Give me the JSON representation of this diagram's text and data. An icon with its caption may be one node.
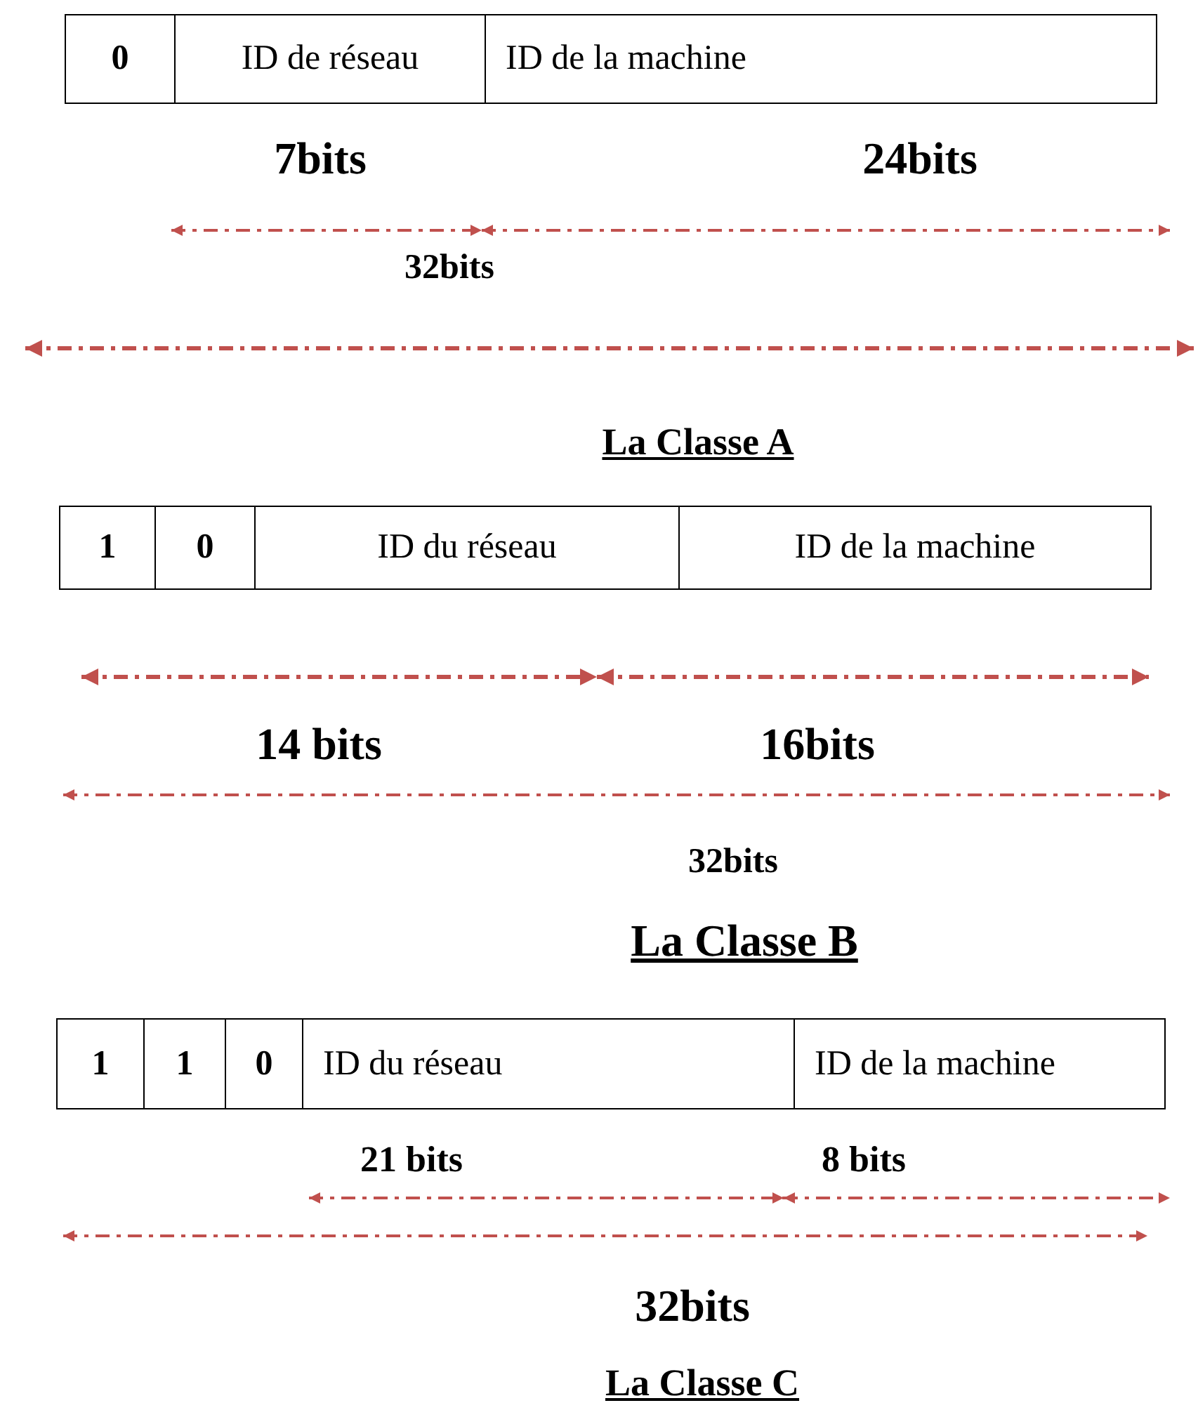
{
  "diagram": {
    "labels": [
      "0",
      "ID de réseau",
      "ID de la machine",
      "7bits",
      "24bits",
      "32bits",
      "La Classe A",
      "1",
      "0",
      "ID du réseau",
      "ID de la machine",
      "14 bits",
      "16bits",
      "32bits",
      "La Classe B",
      "1",
      "1",
      "0",
      "ID du réseau",
      "ID de la machine",
      "21 bits",
      "8 bits",
      "32bits",
      "La Classe C"
    ]
  }
}
